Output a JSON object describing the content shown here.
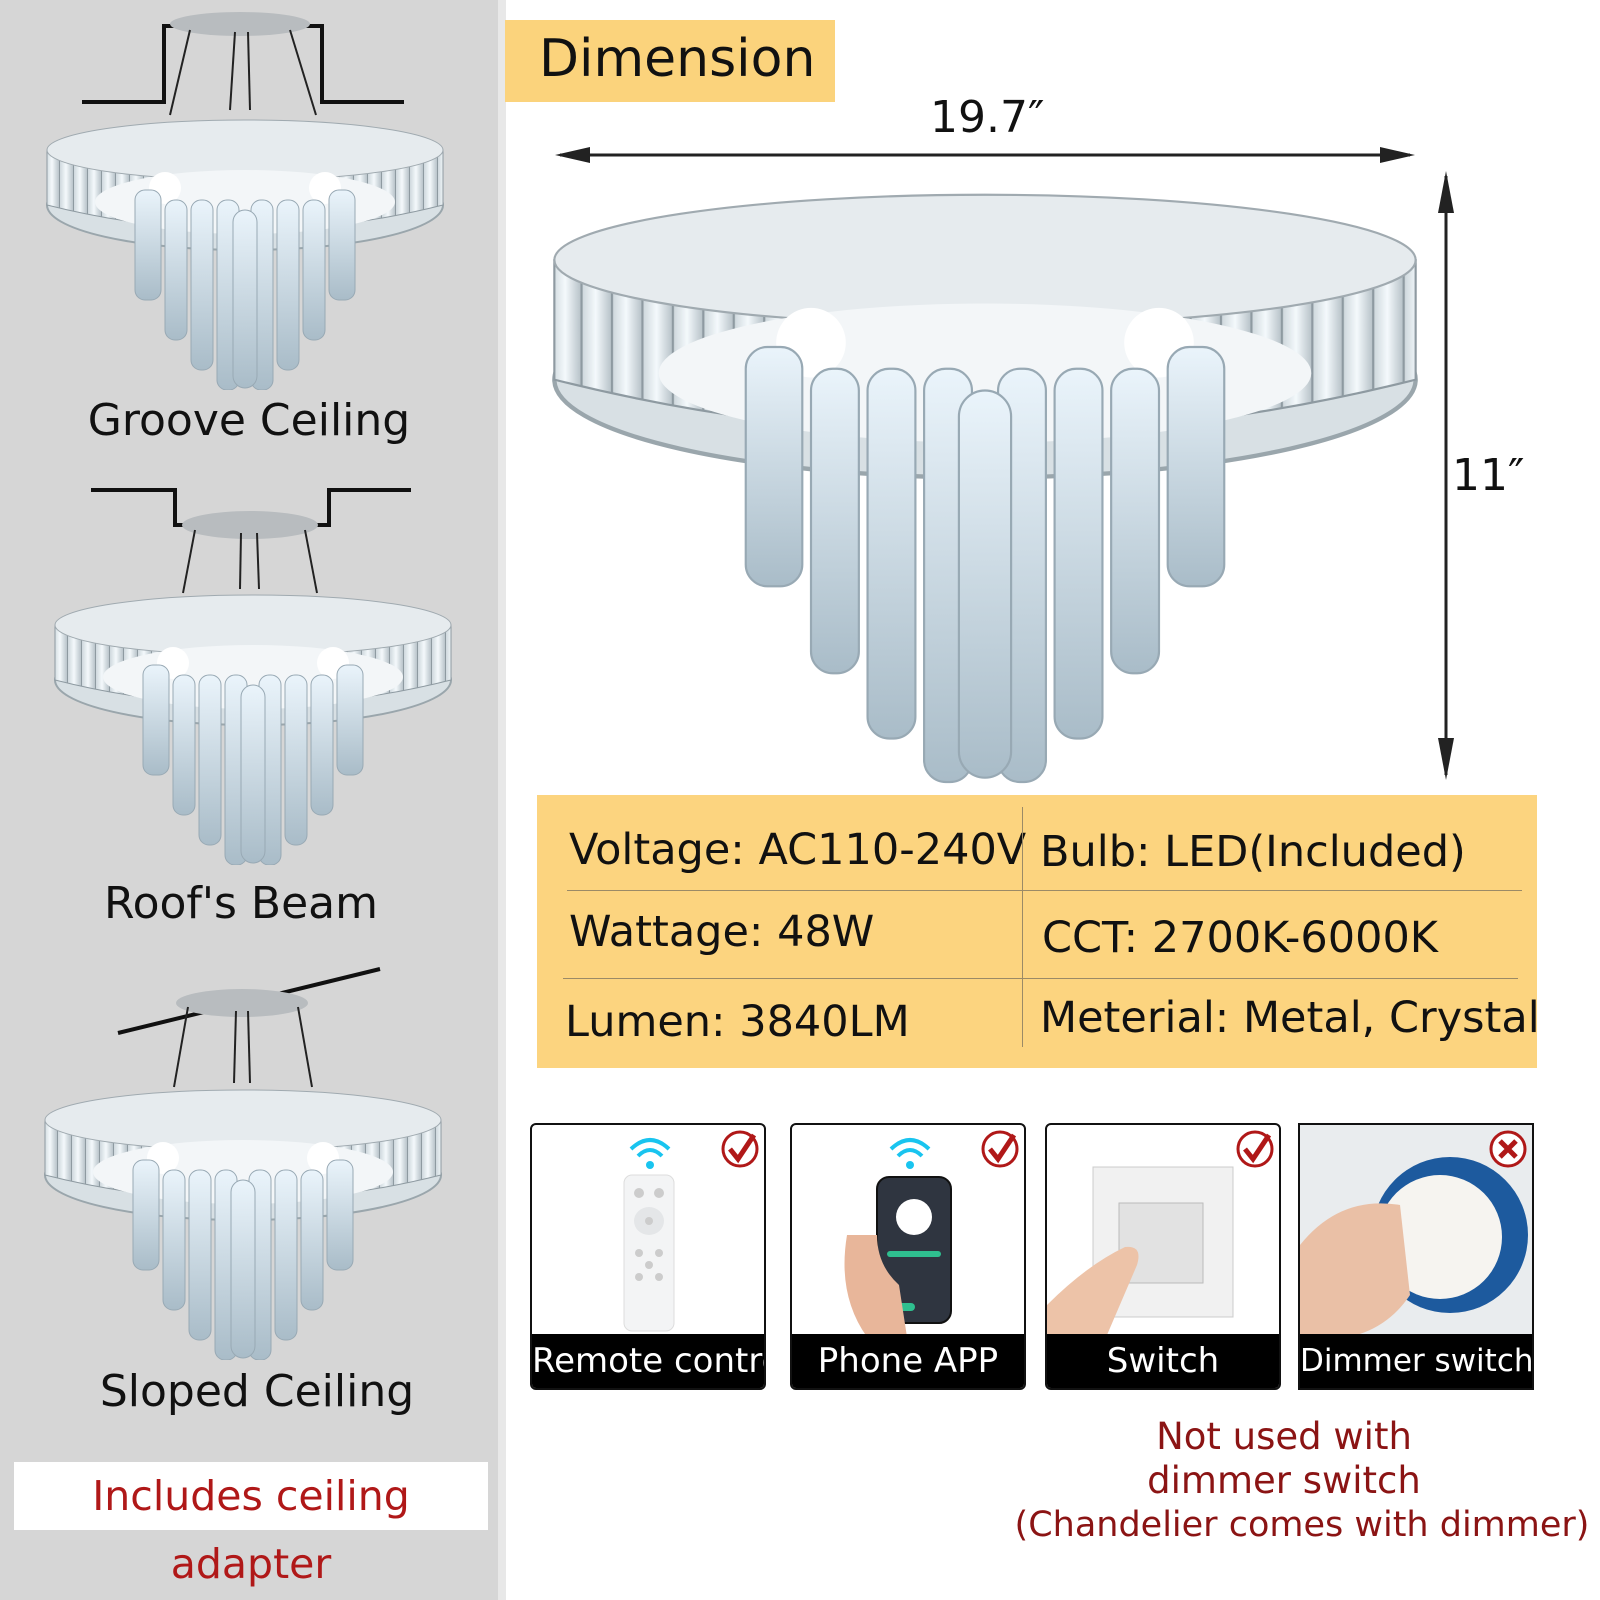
{
  "mounting": {
    "items": [
      {
        "label": "Groove Ceiling"
      },
      {
        "label": "Roof's Beam"
      },
      {
        "label": "Sloped Ceiling"
      }
    ],
    "adapter_note": "Includes ceiling adapter"
  },
  "dimension": {
    "title": "Dimension",
    "width": "19.7″",
    "height": "11″"
  },
  "specs": {
    "voltage": "Voltage: AC110-240V",
    "bulb": "Bulb: LED(Included)",
    "wattage": "Wattage: 48W",
    "cct": "CCT: 2700K-6000K",
    "lumen": "Lumen: 3840LM",
    "material": "Meterial: Metal, Crystal"
  },
  "controls": [
    {
      "label": "Remote contro",
      "supported": true,
      "icon": "remote-icon"
    },
    {
      "label": "Phone APP",
      "supported": true,
      "icon": "phone-icon"
    },
    {
      "label": "Switch",
      "supported": true,
      "icon": "wall-switch-icon"
    },
    {
      "label": "Dimmer switch",
      "supported": false,
      "icon": "dimmer-icon"
    }
  ],
  "note": {
    "line1": "Not used with",
    "line2": "dimmer switch",
    "line3": "(Chandelier comes with dimmer)"
  },
  "colors": {
    "accent_yellow": "#fbd37c",
    "note_red": "#8b1414",
    "wifi_cyan": "#19c4ef"
  }
}
